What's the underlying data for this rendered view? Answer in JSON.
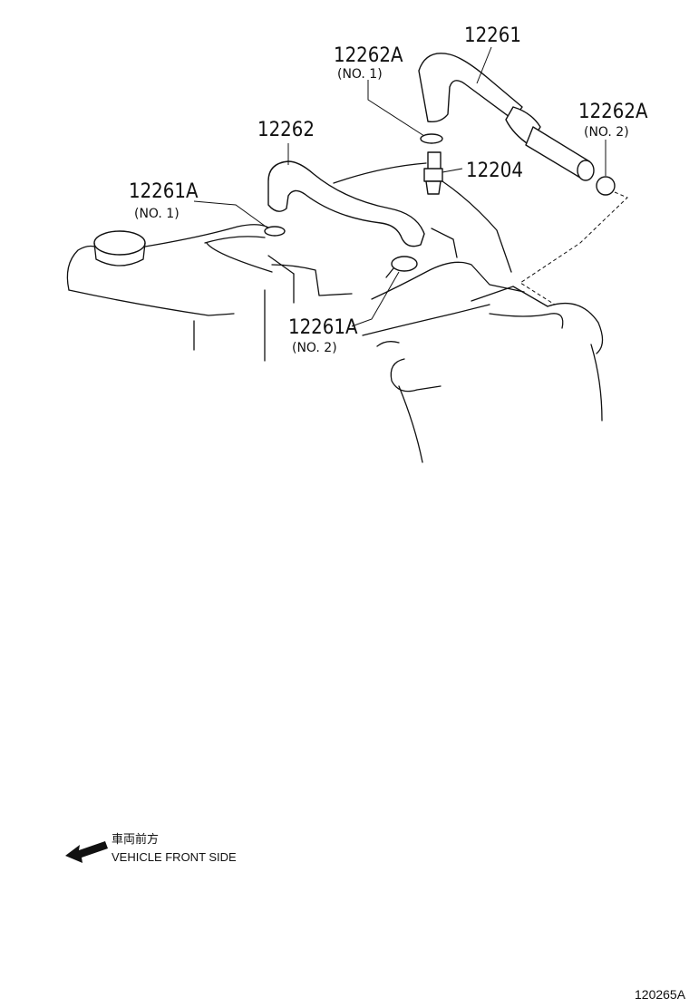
{
  "callouts": [
    {
      "part": "12261"
    },
    {
      "part": "12262A",
      "note": "(NO. 1)"
    },
    {
      "part": "12262A",
      "note": "(NO. 2)"
    },
    {
      "part": "12204"
    },
    {
      "part": "12262"
    },
    {
      "part": "12261A",
      "note": "(NO. 1)"
    },
    {
      "part": "12261A",
      "note": "(NO. 2)"
    }
  ],
  "legend": {
    "jp": "車両前方",
    "en": "VEHICLE FRONT SIDE",
    "arrow_icon": "arrow-left-icon"
  },
  "figure_id": "120265A"
}
